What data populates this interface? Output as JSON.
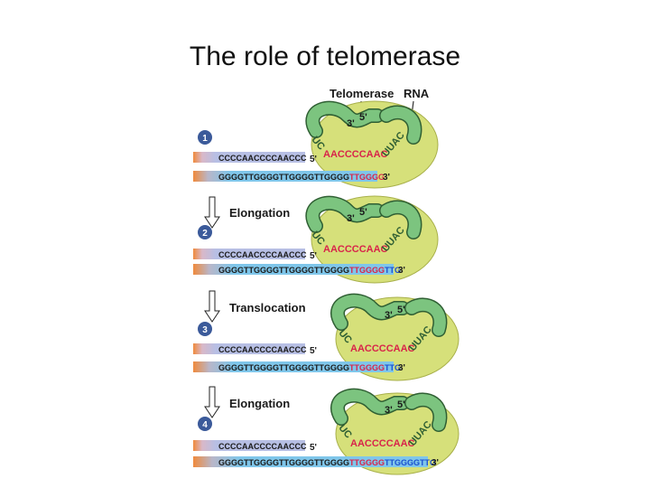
{
  "slide": {
    "title": "The role of telomerase"
  },
  "header": {
    "enzyme_label": "Telomerase",
    "rna_label": "RNA"
  },
  "colors": {
    "enzyme_fill": "#d6e07a",
    "rna_green": "#7cc47f",
    "rna_dark": "#2f5f33",
    "strand_top": "#b7bfe4",
    "strand_bottom": "#7fc6ea",
    "strand_fade": "#f08a3c",
    "new_dna_red": "#d8244a",
    "step_badge": "#3b5a9a",
    "text_dark": "#1a1a1a"
  },
  "steps": [
    {
      "number": "1",
      "action": "",
      "top_strand": "CCCCAACCCCAACCC",
      "top_end": "5'",
      "bottom_main": "GGGGTTGGGGTTGGGGTTGGGG",
      "bottom_red": "TTGGGG",
      "bottom_blue": "",
      "bottom_end": "3'",
      "rna_left": "UC",
      "rna_template": "AACCCCAAC",
      "rna_right": "UUAC",
      "rna_prime_3": "3'",
      "rna_prime_5": "5'"
    },
    {
      "number": "2",
      "action": "Elongation",
      "top_strand": "CCCCAACCCCAACCC",
      "top_end": "5'",
      "bottom_main": "GGGGTTGGGGTTGGGGTTGGGG",
      "bottom_red": "TTGGGG",
      "bottom_blue": "TTG",
      "bottom_end": "3'",
      "rna_left": "UC",
      "rna_template": "AACCCCAAC",
      "rna_right": "UUAC",
      "rna_prime_3": "3'",
      "rna_prime_5": "5'"
    },
    {
      "number": "3",
      "action": "Translocation",
      "top_strand": "CCCCAACCCCAACCC",
      "top_end": "5'",
      "bottom_main": "GGGGTTGGGGTTGGGGTTGGGG",
      "bottom_red": "TTGGGG",
      "bottom_blue": "TTG",
      "bottom_end": "3'",
      "rna_left": "UC",
      "rna_template": "AACCCCAAC",
      "rna_right": "UUAC",
      "rna_prime_3": "3'",
      "rna_prime_5": "5'"
    },
    {
      "number": "4",
      "action": "Elongation",
      "top_strand": "CCCCAACCCCAACCC",
      "top_end": "5'",
      "bottom_main": "GGGGTTGGGGTTGGGGTTGGGG",
      "bottom_red": "TTGGGG",
      "bottom_blue": "TTGGGGTTG",
      "bottom_end": "3'",
      "rna_left": "UC",
      "rna_template": "AACCCCAAC",
      "rna_right": "UUAC",
      "rna_prime_3": "3'",
      "rna_prime_5": "5'"
    }
  ]
}
